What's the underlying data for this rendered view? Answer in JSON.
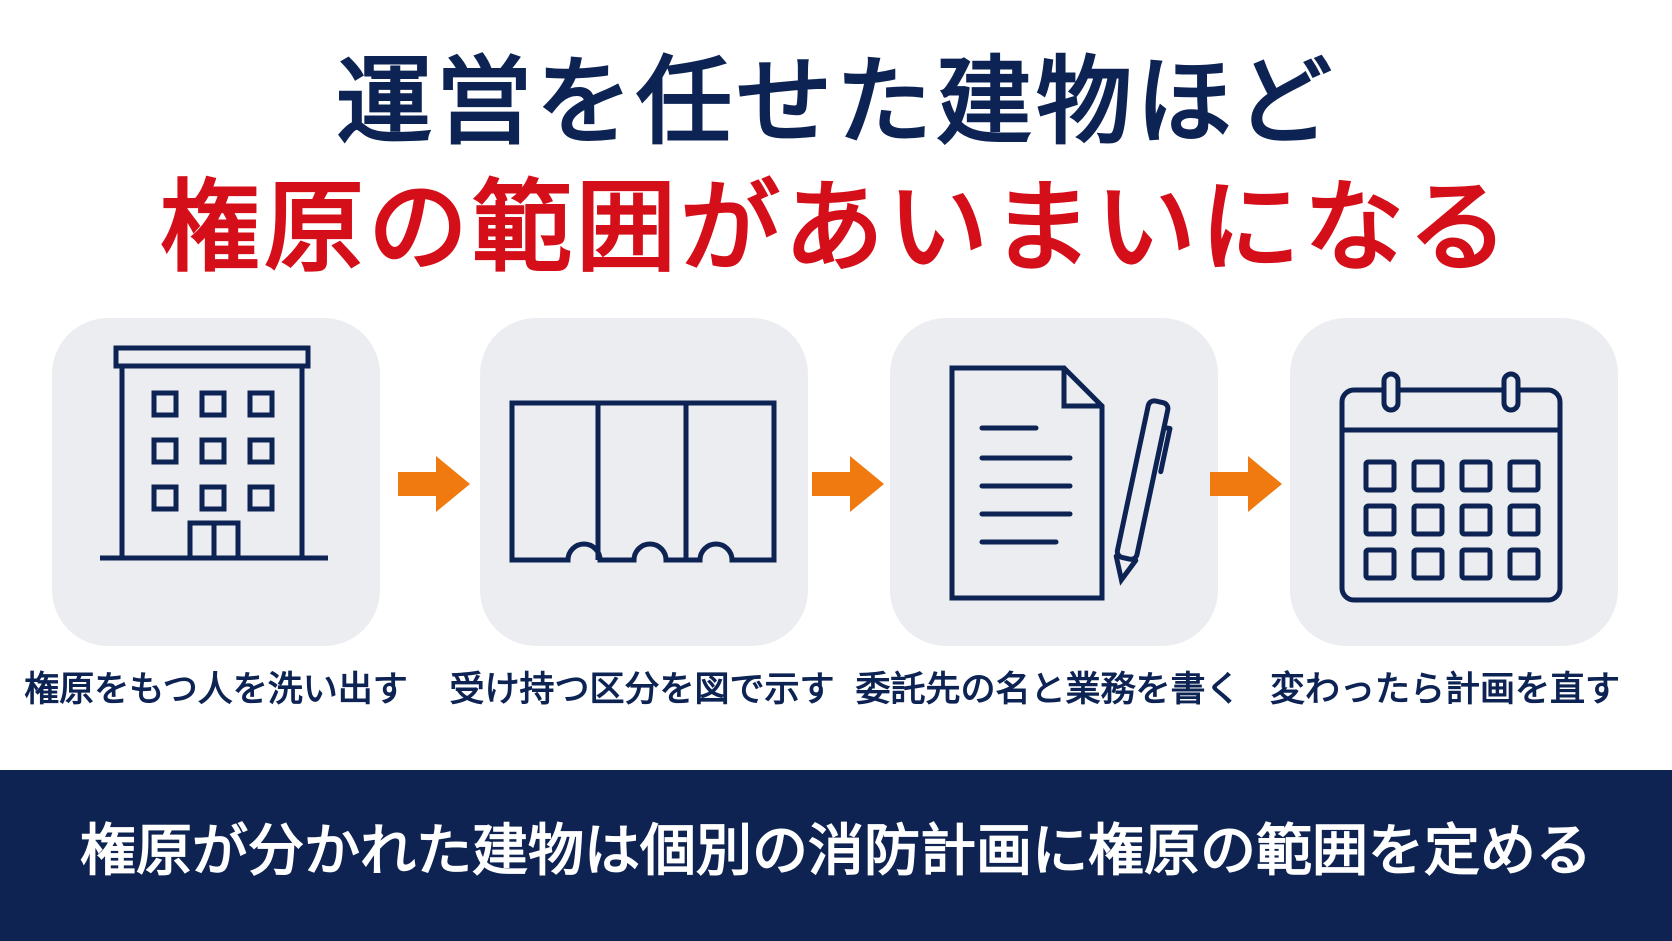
{
  "header": {
    "title_line1": "運営を任せた建物ほど",
    "title_line2": "権原の範囲があいまいになる"
  },
  "steps": [
    {
      "icon": "building-icon",
      "label": "権原をもつ人を洗い出す"
    },
    {
      "icon": "floor-plan-icon",
      "label": "受け持つ区分を図で示す"
    },
    {
      "icon": "document-pen-icon",
      "label": "委託先の名と業務を書く"
    },
    {
      "icon": "calendar-icon",
      "label": "変わったら計画を直す"
    }
  ],
  "arrow_icon": "arrow-right-icon",
  "footer": {
    "text": "権原が分かれた建物は個別の消防計画に権原の範囲を定める"
  },
  "colors": {
    "navy": "#0d2354",
    "red": "#d40f1a",
    "orange": "#f07a0f",
    "card_bg": "#ecedf1",
    "footer_bg": "#0e2352"
  }
}
